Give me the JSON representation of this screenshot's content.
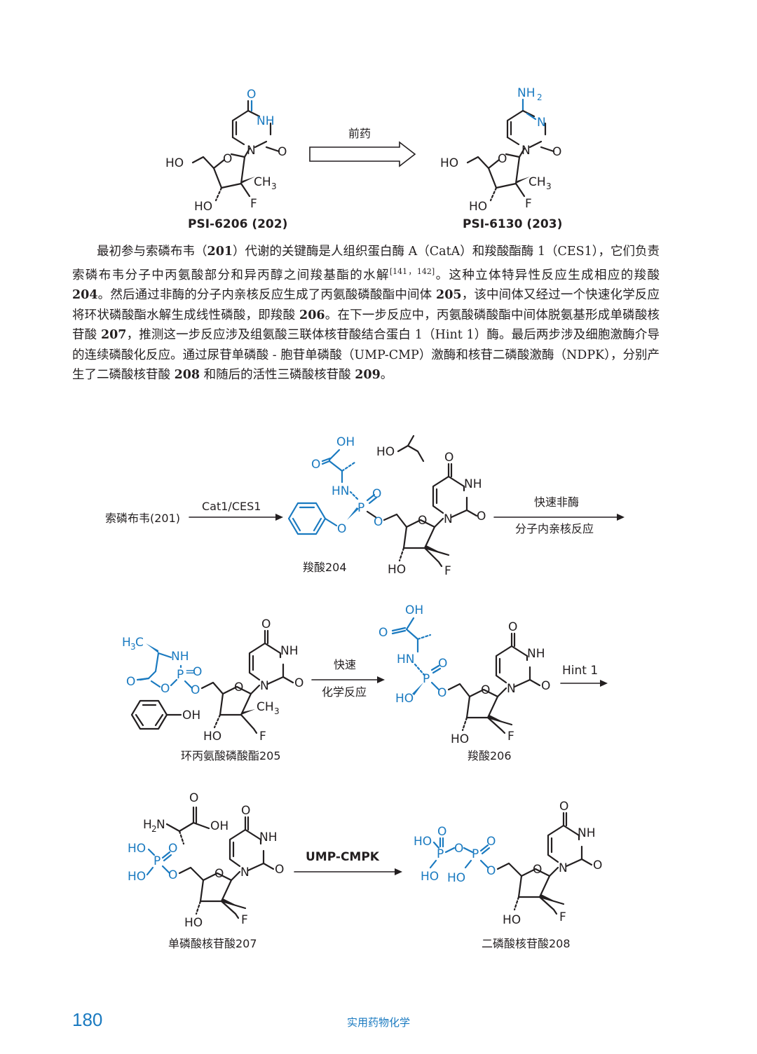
{
  "top_scheme": {
    "left_compound": {
      "code": "PSI-6206",
      "number": "202"
    },
    "right_compound": {
      "code": "PSI-6130",
      "number": "203"
    },
    "arrow_label": "前药"
  },
  "paragraph": {
    "segments": [
      {
        "t": "最初参与索磷布韦（"
      },
      {
        "t": "201",
        "b": true
      },
      {
        "t": "）代谢的关键酶是人组织蛋白酶 A（CatA）和羧酸酯酶 1（CES1），它们负责索磷布韦分子中丙氨酸部分和异丙醇之间羧基酯的水解"
      },
      {
        "t": "[141，142]",
        "ref": true
      },
      {
        "t": "。这种立体特异性反应生成相应的羧酸 "
      },
      {
        "t": "204",
        "b": true
      },
      {
        "t": "。然后通过非酶的分子内亲核反应生成了丙氨酸磷酸酯中间体 "
      },
      {
        "t": "205",
        "b": true
      },
      {
        "t": "，该中间体又经过一个快速化学反应将环状磷酸酯水解生成线性磷酸，即羧酸 "
      },
      {
        "t": "206",
        "b": true
      },
      {
        "t": "。在下一步反应中，丙氨酸磷酸酯中间体脱氨基形成单磷酸核苷酸 "
      },
      {
        "t": "207",
        "b": true
      },
      {
        "t": "，推测这一步反应涉及组氨酸三联体核苷酸结合蛋白 1（Hint 1）酶。最后两步涉及细胞激酶介导的连续磷酸化反应。通过尿苷单磷酸 - 胞苷单磷酸（UMP-CMP）激酶和核苷二磷酸激酶（NDPK），分别产生了二磷酸核苷酸 "
      },
      {
        "t": "208",
        "b": true
      },
      {
        "t": " 和随后的活性三磷酸核苷酸 "
      },
      {
        "t": "209",
        "b": true
      },
      {
        "t": "。"
      }
    ]
  },
  "scheme_row1": {
    "start_label": "索磷布韦(201)",
    "arrow1_label": "Cat1/CES1",
    "compound_label": "羧酸204",
    "arrow2_top": "快速非酶",
    "arrow2_bottom": "分子内亲核反应"
  },
  "scheme_row2": {
    "compound1_label": "环丙氨酸磷酸酯205",
    "arrow1_top": "快速",
    "arrow1_bottom": "化学反应",
    "compound2_label": "羧酸206",
    "arrow2_label": "Hint 1"
  },
  "scheme_row3": {
    "compound1_label": "单磷酸核苷酸207",
    "arrow_label": "UMP-CMPK",
    "compound2_label": "二磷酸核苷酸208"
  },
  "atoms": {
    "O": "O",
    "NH": "NH",
    "N": "N",
    "HO": "HO",
    "F": "F",
    "OH": "OH",
    "P": "P",
    "CH3": "CH₃",
    "NH2": "NH₂",
    "H2N": "H₂N",
    "H3C": "H₃C"
  },
  "footer": {
    "page_number": "180",
    "book_title": "实用药物化学"
  },
  "colors": {
    "accent_blue": "#1a7ac0",
    "text": "#231f20"
  }
}
